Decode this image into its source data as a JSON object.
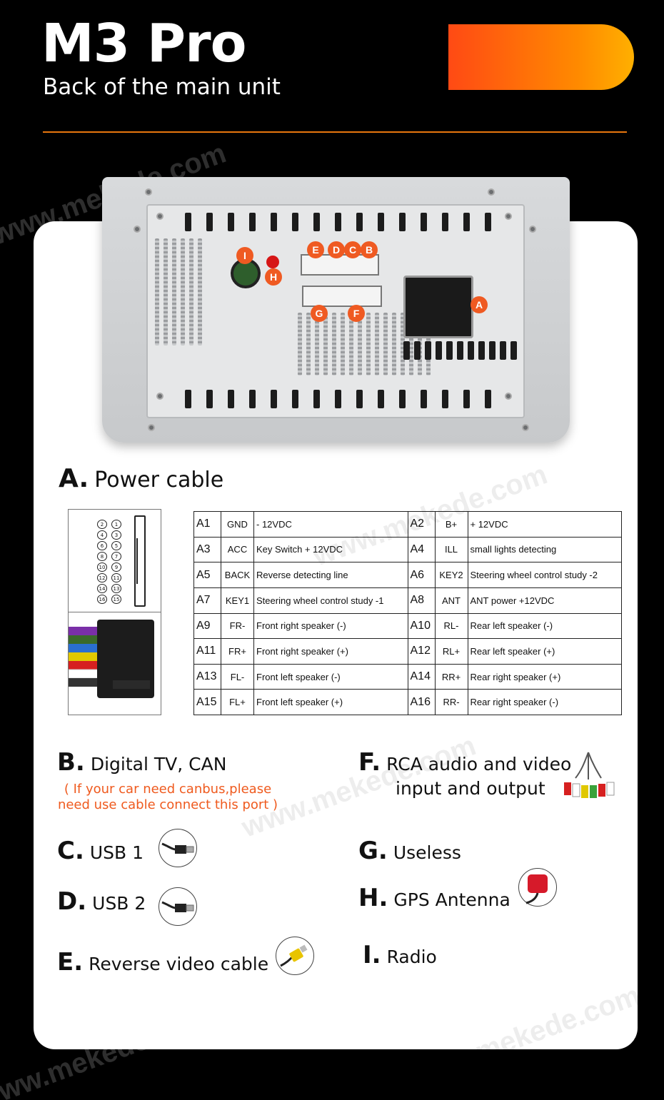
{
  "header": {
    "title": "M3 Pro",
    "subtitle": "Back of the main unit"
  },
  "colors": {
    "accent_orange": "#ef5a22",
    "divider": "#e8760e",
    "note_orange": "#ef5a1e"
  },
  "watermark_text": "www.mekede.com",
  "unit_labels": [
    "I",
    "H",
    "E",
    "D",
    "C",
    "B",
    "A",
    "G",
    "F"
  ],
  "power_cable": {
    "letter": "A.",
    "title": "Power cable",
    "pin_numbers": [
      "2",
      "1",
      "4",
      "3",
      "6",
      "5",
      "8",
      "7",
      "10",
      "9",
      "12",
      "11",
      "14",
      "13",
      "16",
      "15"
    ],
    "rows": [
      [
        {
          "id": "A1",
          "name": "GND",
          "desc": "- 12VDC"
        },
        {
          "id": "A2",
          "name": "B+",
          "desc": "+ 12VDC"
        }
      ],
      [
        {
          "id": "A3",
          "name": "ACC",
          "desc": "Key Switch + 12VDC"
        },
        {
          "id": "A4",
          "name": "ILL",
          "desc": "small lights detecting"
        }
      ],
      [
        {
          "id": "A5",
          "name": "BACK",
          "desc": "Reverse detecting line"
        },
        {
          "id": "A6",
          "name": "KEY2",
          "desc": "Steering wheel control study -2"
        }
      ],
      [
        {
          "id": "A7",
          "name": "KEY1",
          "desc": "Steering wheel control study -1"
        },
        {
          "id": "A8",
          "name": "ANT",
          "desc": "ANT power +12VDC"
        }
      ],
      [
        {
          "id": "A9",
          "name": "FR-",
          "desc": "Front right speaker (-)"
        },
        {
          "id": "A10",
          "name": "RL-",
          "desc": "Rear left speaker (-)"
        }
      ],
      [
        {
          "id": "A11",
          "name": "FR+",
          "desc": "Front right speaker (+)"
        },
        {
          "id": "A12",
          "name": "RL+",
          "desc": "Rear left speaker (+)"
        }
      ],
      [
        {
          "id": "A13",
          "name": "FL-",
          "desc": "Front left speaker (-)"
        },
        {
          "id": "A14",
          "name": "RR+",
          "desc": "Rear right speaker (+)"
        }
      ],
      [
        {
          "id": "A15",
          "name": "FL+",
          "desc": "Front left speaker (+)"
        },
        {
          "id": "A16",
          "name": "RR-",
          "desc": "Rear right speaker (-)"
        }
      ]
    ]
  },
  "legend": {
    "b": {
      "letter": "B.",
      "label": "Digital TV, CAN",
      "note": "( If your car need canbus,please need use cable connect this port )"
    },
    "c": {
      "letter": "C.",
      "label": "USB 1",
      "icon": "usb-cable-icon"
    },
    "d": {
      "letter": "D.",
      "label": "USB 2",
      "icon": "usb-cable-icon"
    },
    "e": {
      "letter": "E.",
      "label": "Reverse video cable",
      "icon": "rca-yellow-cable-icon"
    },
    "f": {
      "letter": "F.",
      "label_line1": "RCA audio and video",
      "label_line2": "input and output",
      "icon": "rca-harness-icon"
    },
    "g": {
      "letter": "G.",
      "label": "Useless"
    },
    "h": {
      "letter": "H.",
      "label": "GPS Antenna",
      "icon": "gps-antenna-icon"
    },
    "i": {
      "letter": "I.",
      "label": "Radio"
    }
  }
}
